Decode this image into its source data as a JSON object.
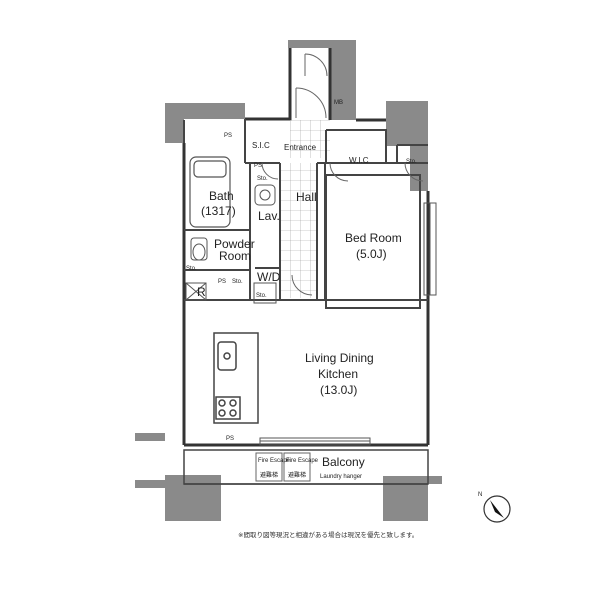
{
  "rooms": {
    "entrance": "Entrance",
    "sic": "S.I.C",
    "wic": "W.I.C",
    "mb": "MB",
    "hall": "Hall",
    "bath_name": "Bath",
    "bath_size": "(1317)",
    "lav": "Lav.",
    "bedroom_name": "Bed Room",
    "bedroom_size": "(5.0J)",
    "powder_name": "Powder",
    "powder_name2": "Room",
    "wd": "W/D",
    "r": "R",
    "ldk_line1": "Living Dining",
    "ldk_line2": "Kitchen",
    "ldk_size": "(13.0J)",
    "balcony": "Balcony",
    "laundry": "Laundry hanger"
  },
  "labels": {
    "ps": "PS",
    "sto": "Sto.",
    "fire_en": "Fire Escape",
    "fire_jp1": "避難梯",
    "fire_jp2": "避難梯"
  },
  "compass": "N",
  "footnote": "※間取り図等現況と相違がある場合は現況を優先と致します。"
}
